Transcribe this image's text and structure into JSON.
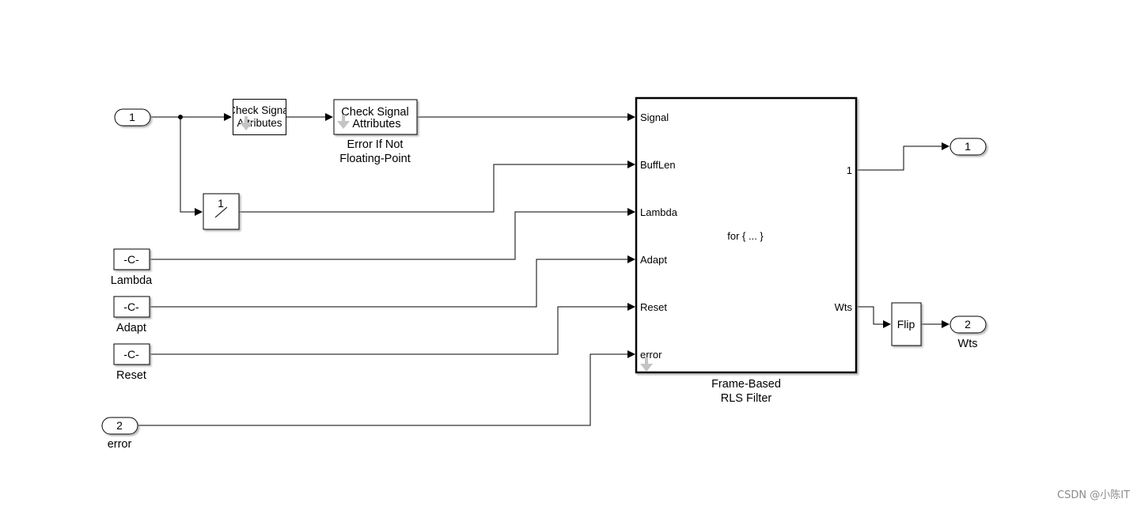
{
  "inports": [
    {
      "number": "1",
      "label": ""
    },
    {
      "number": "2",
      "label": "error"
    }
  ],
  "outports": [
    {
      "number": "1",
      "label": ""
    },
    {
      "number": "2",
      "label": "Wts"
    }
  ],
  "check_block_1": {
    "line1": "Check Signal",
    "line2": "Attributes"
  },
  "check_block_2": {
    "line1": "Check Signal",
    "line2": "Attributes",
    "caption1": "Error If Not",
    "caption2": "Floating-Point"
  },
  "buffer_block": {
    "text": "1"
  },
  "constants": [
    {
      "text": "-C-",
      "label": "Lambda"
    },
    {
      "text": "-C-",
      "label": "Adapt"
    },
    {
      "text": "-C-",
      "label": "Reset"
    }
  ],
  "rls_block": {
    "inputs": [
      "Signal",
      "BuffLen",
      "Lambda",
      "Adapt",
      "Reset",
      "error"
    ],
    "outputs": [
      "1",
      "Wts"
    ],
    "body": "for { ... }",
    "caption1": "Frame-Based",
    "caption2": "RLS Filter"
  },
  "flip_block": {
    "text": "Flip"
  },
  "watermark": "CSDN @小陈IT"
}
